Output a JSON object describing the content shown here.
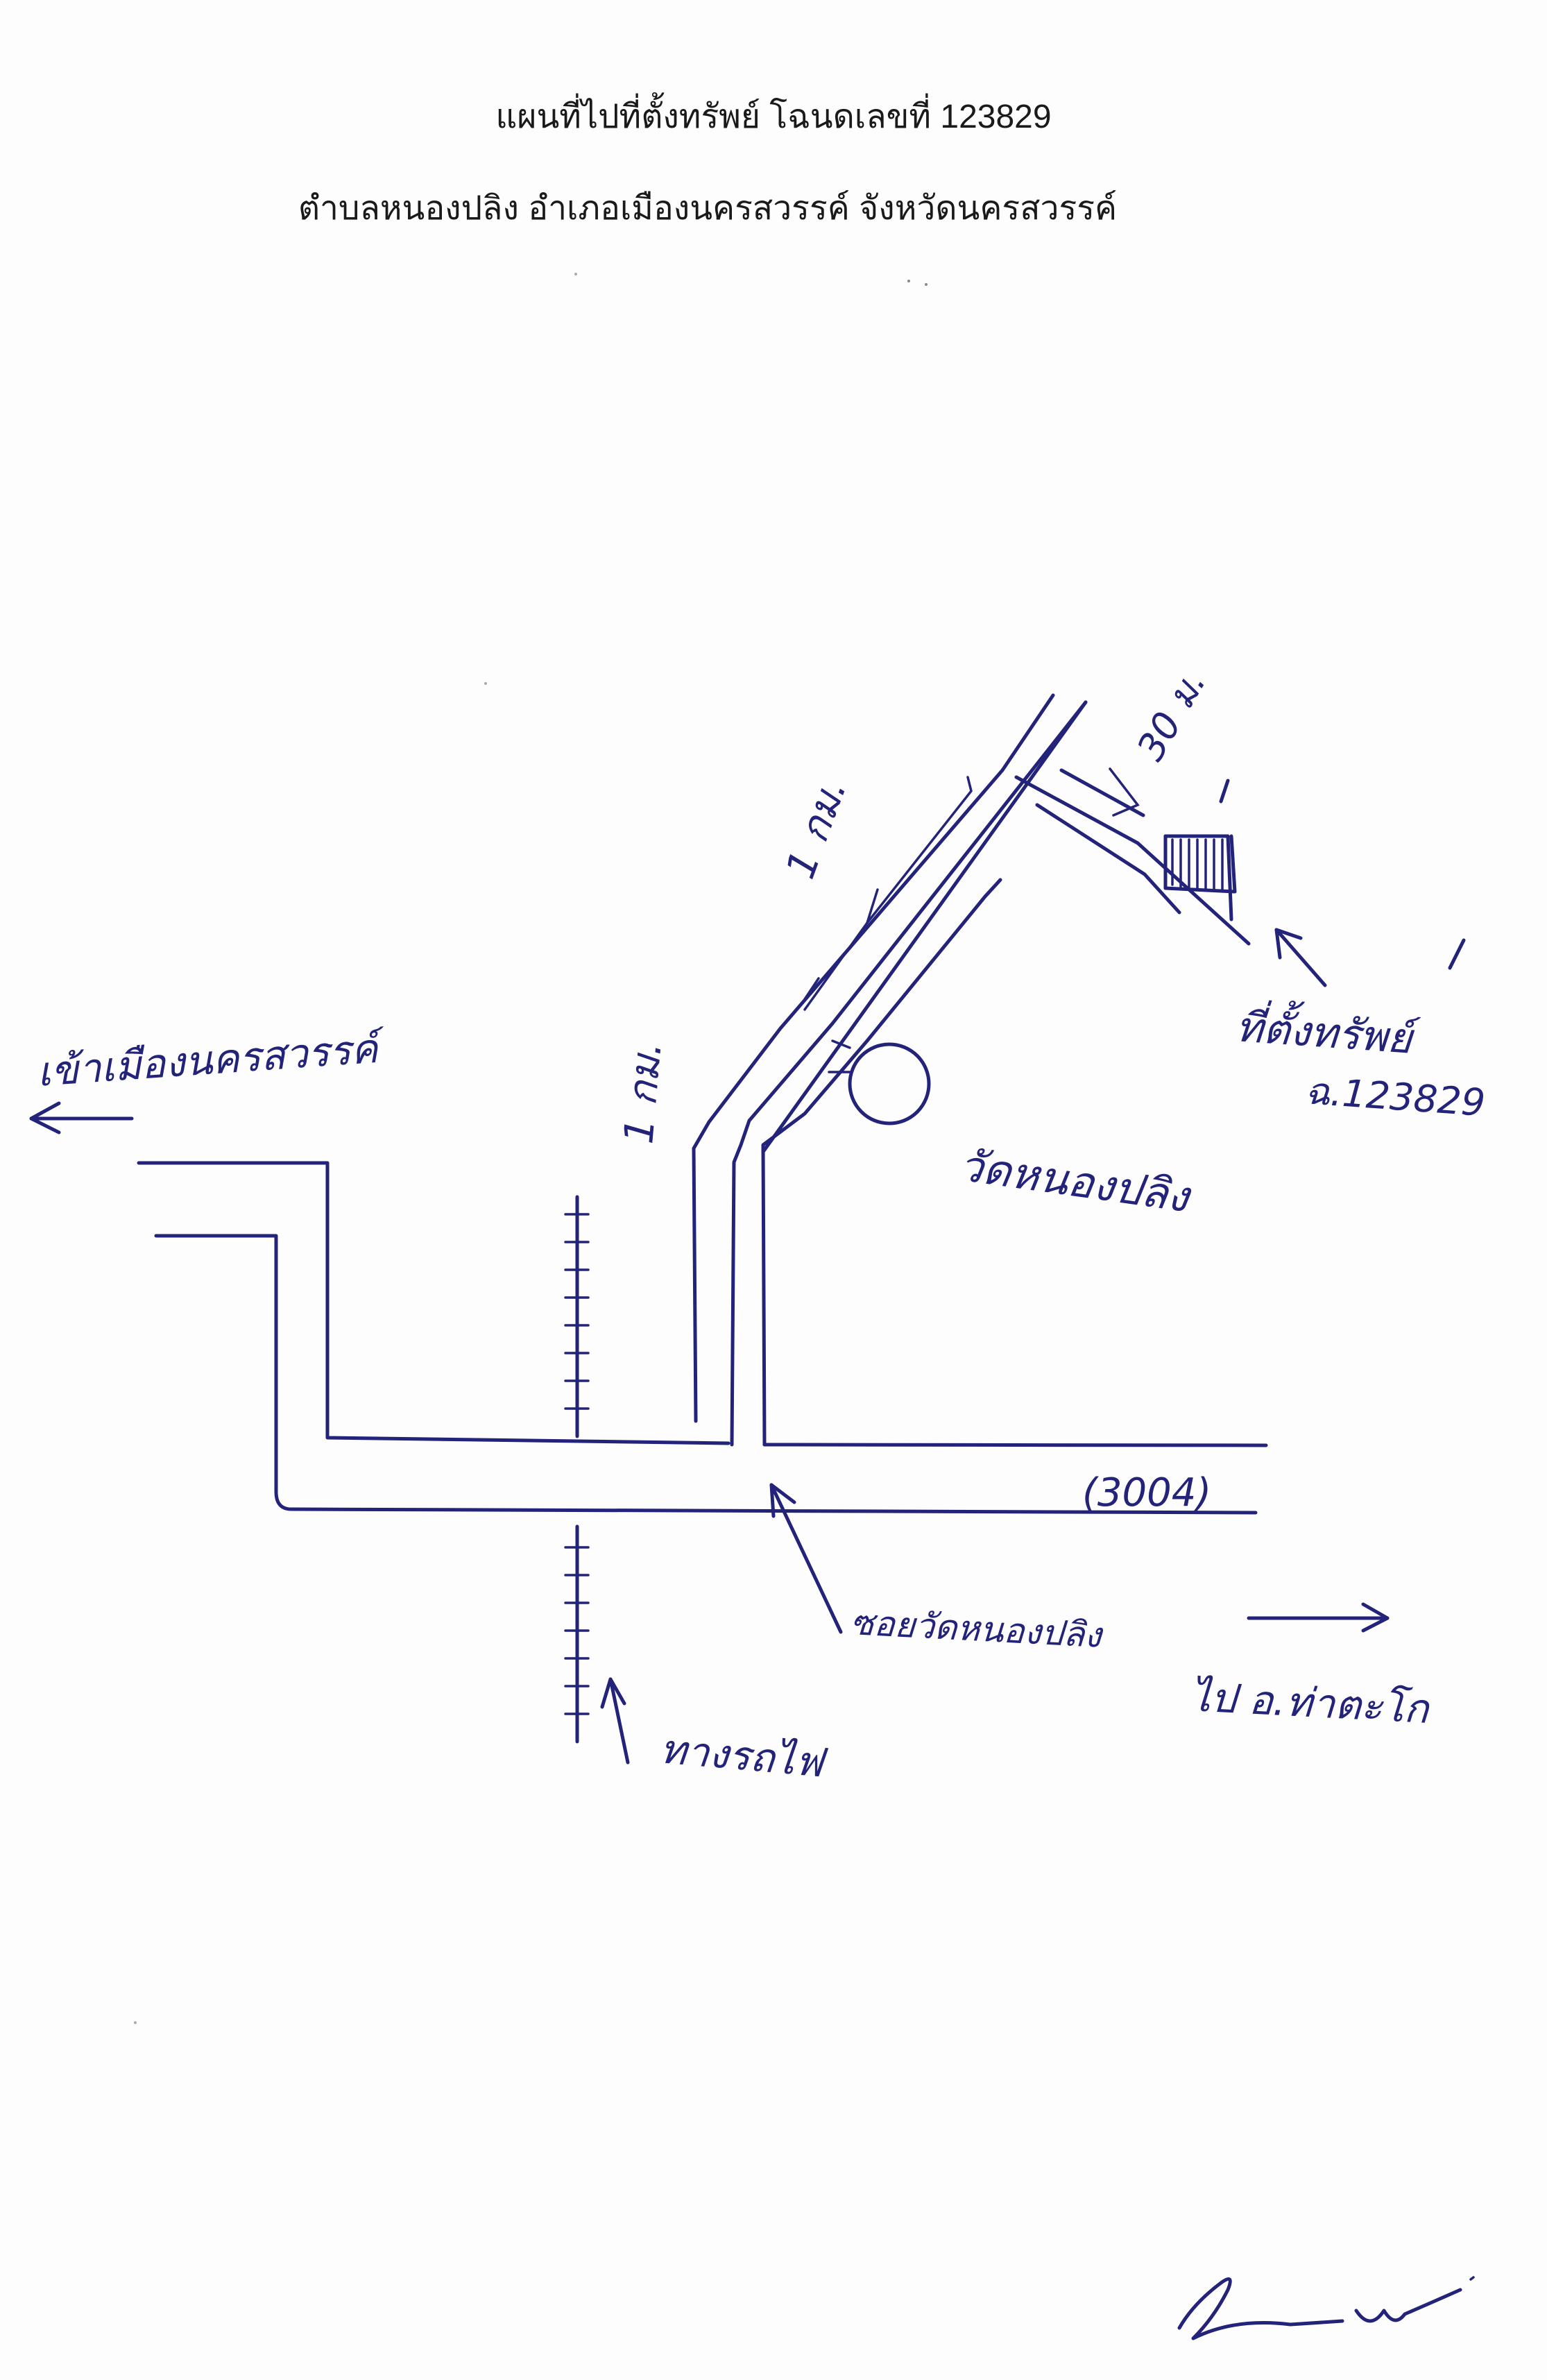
{
  "title": {
    "line1": "แผนที่ไปที่ตั้งทรัพย์ โฉนดเลขที่ 123829",
    "line2": "ตำบลหนองปลิง อำเภอเมืองนครสวรรค์ จังหวัดนครสวรรค์"
  },
  "labels": {
    "to_city": "เข้าเมืองนครสวรรค์",
    "distance_1km_a": "1 กม.",
    "distance_1km_b": "1 กม.",
    "distance_30m": "30 ม.",
    "property_location": "ที่ตั้งทรัพย์",
    "deed_number": "ฉ.123829",
    "temple": "วัดหนองปลิง",
    "road_number": "(3004)",
    "soi_name": "ซอยวัดหนองปลิง",
    "to_district": "ไป อ.ท่าตะโก",
    "railway": "ทางรถไฟ"
  },
  "colors": {
    "ink": "#24237a",
    "print": "#1a1a1a"
  },
  "icons": {
    "property_parcel": "hatched-rectangle",
    "temple": "circle",
    "railway": "tick-marked-line",
    "signature": "handwritten-signature"
  }
}
